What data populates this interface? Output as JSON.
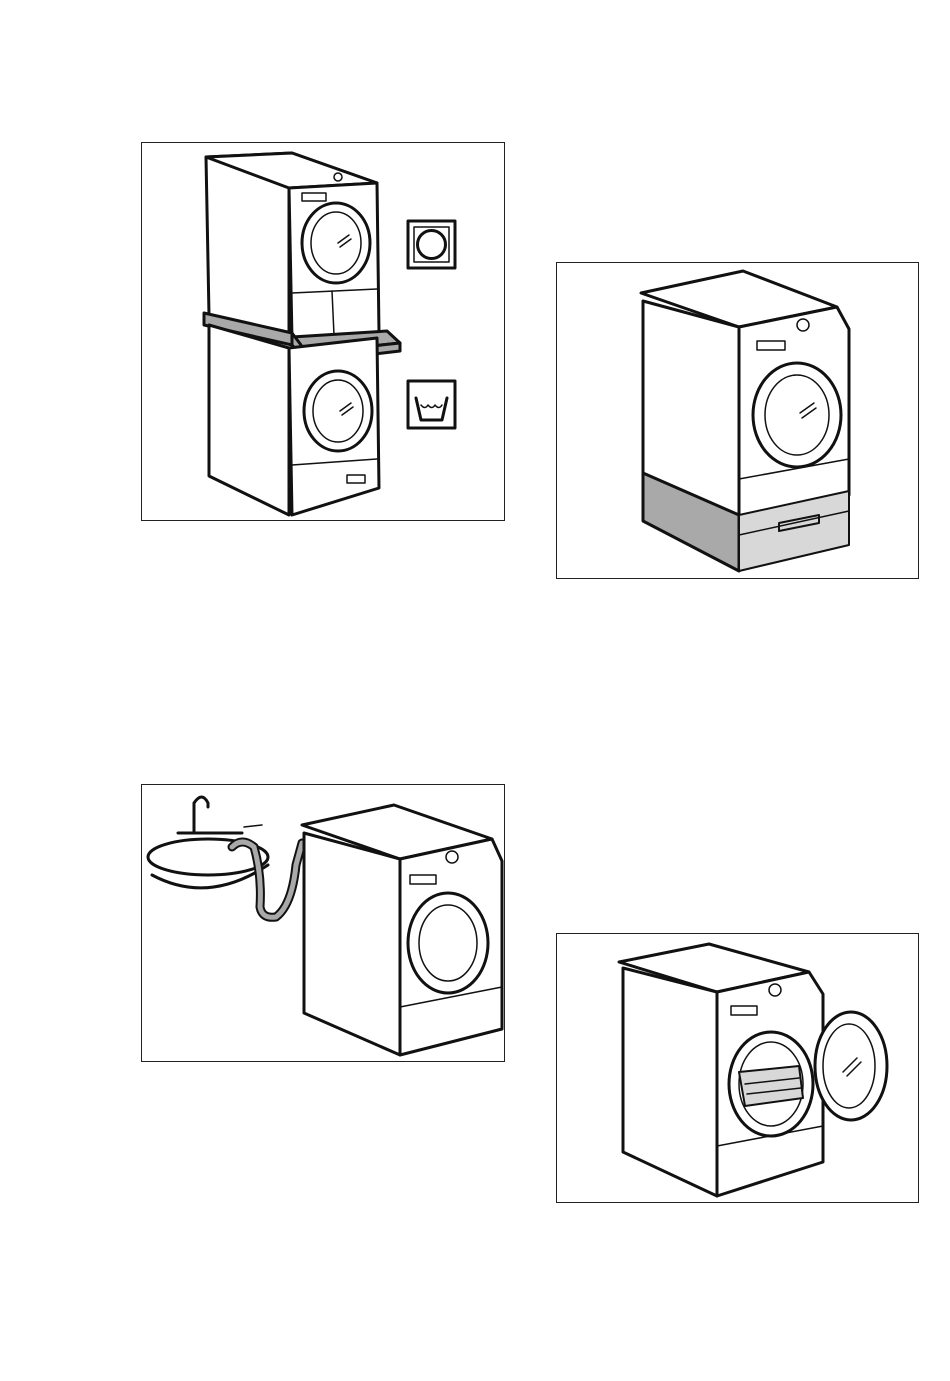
{
  "figures": [
    {
      "id": "stacking-kit",
      "icons": [
        "tumble-dry-symbol-icon",
        "washing-symbol-icon"
      ]
    },
    {
      "id": "pedestal"
    },
    {
      "id": "drain-to-sink"
    },
    {
      "id": "door-open"
    }
  ]
}
